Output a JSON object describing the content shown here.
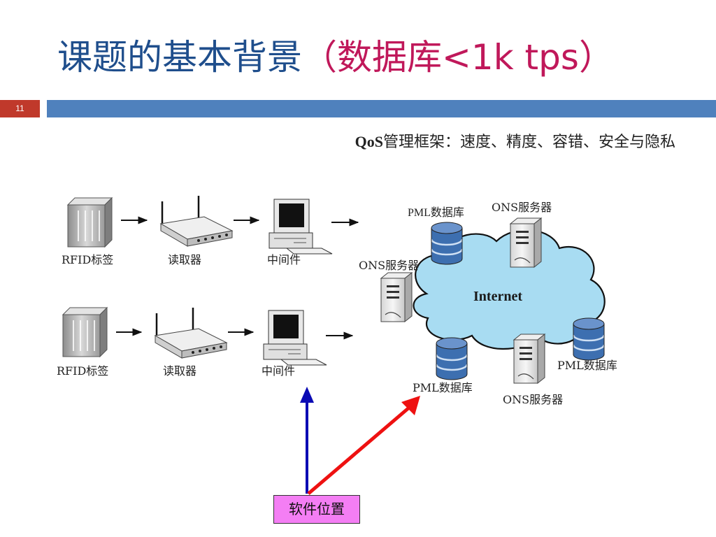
{
  "slide": {
    "title_main": "课题的基本背景",
    "title_paren_open": "（",
    "title_db": "数据库",
    "title_tps": "<1k tps",
    "title_paren_close": "）",
    "number": "11",
    "subtitle_bold": "QoS",
    "subtitle_rest": "管理框架：速度、精度、容错、安全与隐私"
  },
  "diagram": {
    "row1": {
      "tag": "RFID标签",
      "reader": "读取器",
      "middleware": "中间件"
    },
    "row2": {
      "tag": "RFID标签",
      "reader": "读取器",
      "middleware": "中间件"
    },
    "cloud_label": "Internet",
    "pml_db_top": "PML数据库",
    "ons_top": "ONS服务器",
    "ons_left": "ONS服务器",
    "pml_db_bottom_left": "PML数据库",
    "pml_db_right": "PML数据库",
    "ons_bottom": "ONS服务器",
    "software_location": "软件位置"
  },
  "colors": {
    "title_blue": "#1f4e8c",
    "title_magenta": "#c0185a",
    "rule_blue": "#4f81bd",
    "slide_num_red": "#c0392b",
    "cloud_fill": "#a8dcf2",
    "db_blue": "#3d6fb0",
    "arrow_blue": "#0a0ab4",
    "arrow_red": "#ee1111",
    "label_box": "#f47ef4"
  }
}
